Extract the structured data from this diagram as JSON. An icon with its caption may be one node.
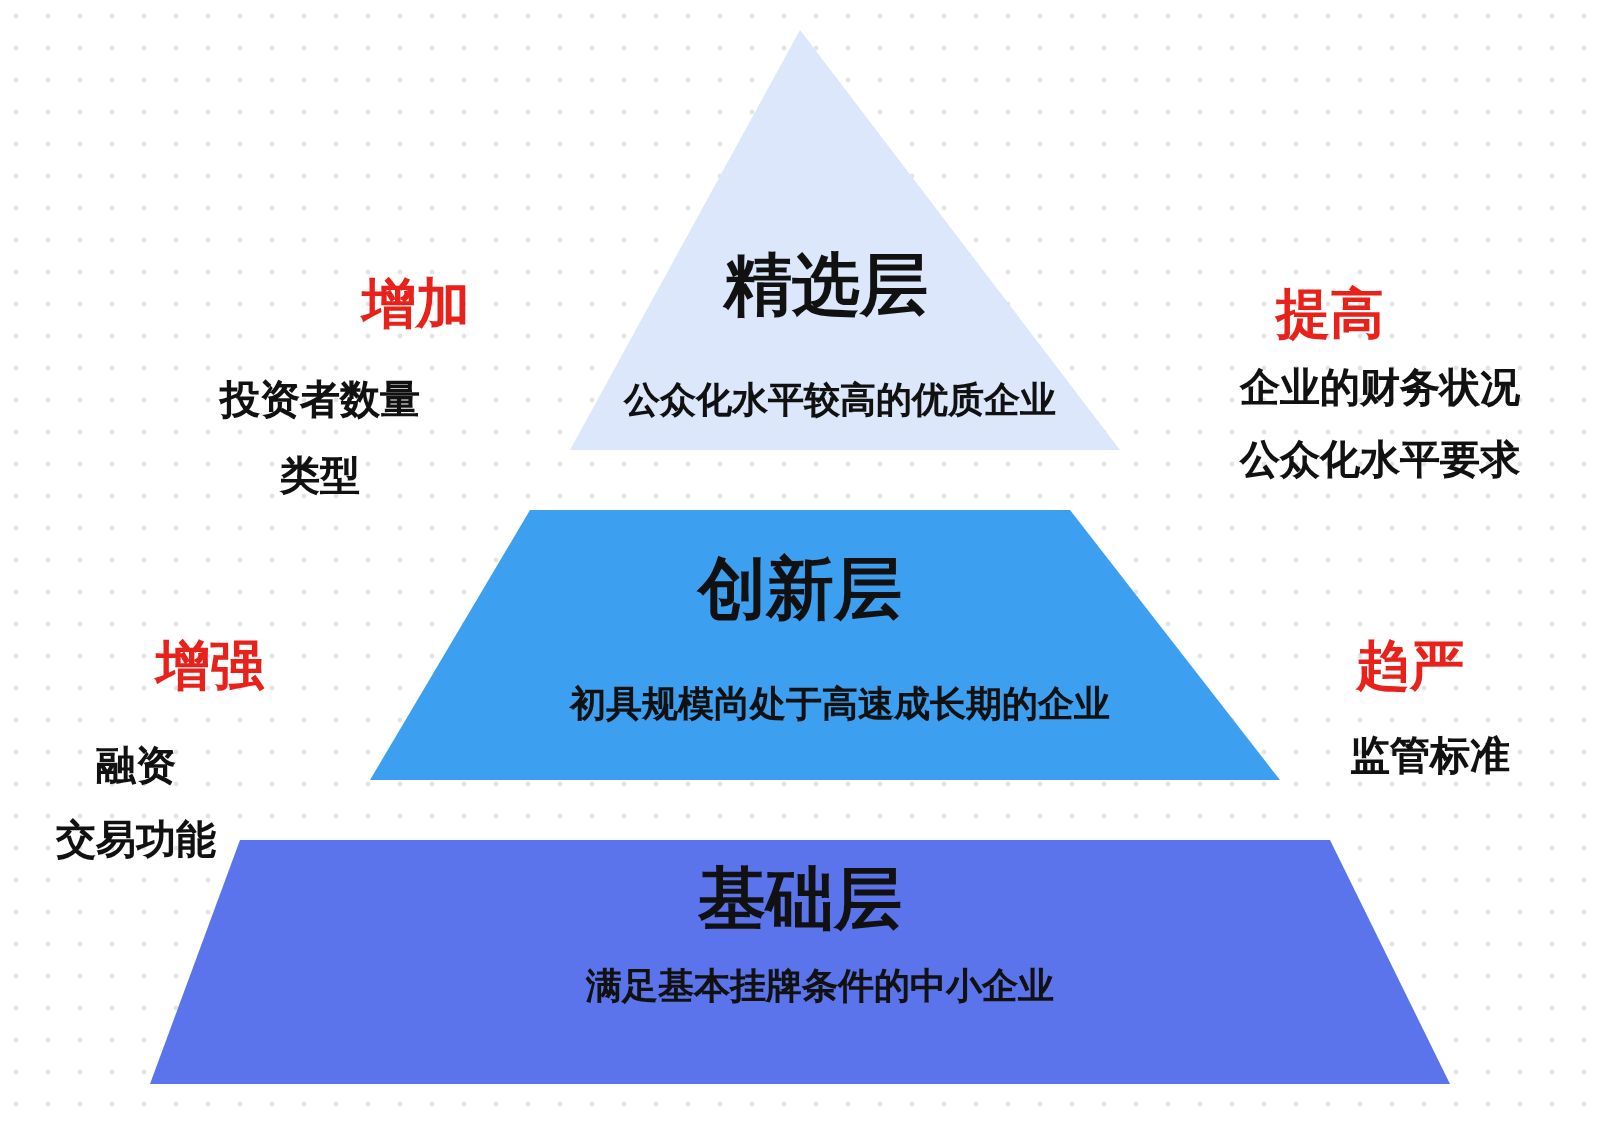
{
  "diagram": {
    "nodes": [
      {
        "text": [
          "精选层",
          "公众化水平较高的优质企业"
        ]
      },
      {
        "text": [
          "创新层",
          "初具规模尚处于高速成长期的企业"
        ]
      },
      {
        "text": [
          "基础层",
          "满足基本挂牌条件的中小企业"
        ]
      }
    ],
    "labels": [
      "增加",
      "提高",
      "投资者数量",
      "企业的财务状况",
      "类型",
      "公众化水平要求",
      "增强",
      "趋严",
      "融资",
      "监管标准",
      "交易功能"
    ]
  }
}
